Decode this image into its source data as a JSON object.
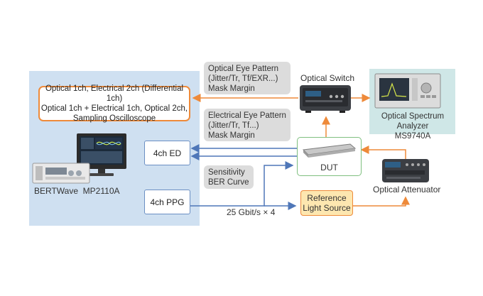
{
  "bertwave": {
    "label": "BERTWave  MP2110A",
    "ed_label": "4ch ED",
    "ppg_label": "4ch PPG",
    "options_text": "Optical 1ch, Electrical 2ch (Differential 1ch)\nOptical 1ch + Electrical 1ch, Optical 2ch,\nSampling Oscilloscope"
  },
  "callouts": {
    "optical_eye": "Optical Eye Pattern\n(Jitter/Tr, Tf/EXR...)\nMask Margin",
    "electrical_eye": "Electrical Eye Pattern\n(Jitter/Tr, Tf...)\nMask Margin",
    "sensitivity": "Sensitivity\nBER Curve"
  },
  "devices": {
    "optical_switch": "Optical Switch",
    "osa": "Optical Spectrum Analyzer\nMS9740A",
    "dut": "DUT",
    "attenuator": "Optical Attenuator",
    "reference": "Reference\nLight Source"
  },
  "signal_rate": "25 Gbit/s × 4",
  "colors": {
    "electrical_line": "#4f77b8",
    "optical_line": "#ee8a3a",
    "panel_blue": "#cfe0f1",
    "panel_teal": "#cfe7e7",
    "dut_border": "#7fbf7f",
    "reference_fill": "#fde7b0"
  }
}
